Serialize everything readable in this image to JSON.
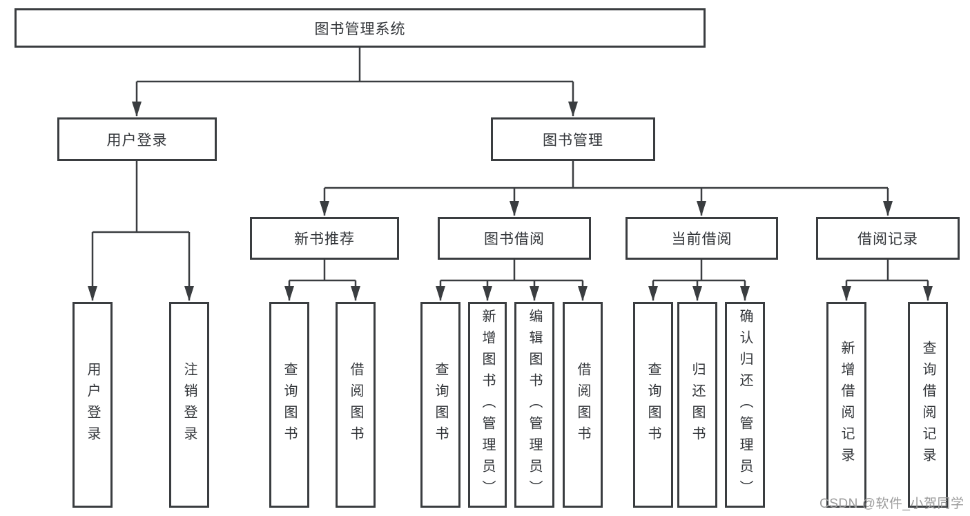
{
  "tree": {
    "label": "图书管理系统",
    "children": [
      {
        "label": "用户登录",
        "children": [
          {
            "label": "用户登录"
          },
          {
            "label": "注销登录"
          }
        ]
      },
      {
        "label": "图书管理",
        "children": [
          {
            "label": "新书推荐",
            "children": [
              {
                "label": "查询图书"
              },
              {
                "label": "借阅图书"
              }
            ]
          },
          {
            "label": "图书借阅",
            "children": [
              {
                "label": "查询图书"
              },
              {
                "label": "新增图书（管理员）"
              },
              {
                "label": "编辑图书（管理员）"
              },
              {
                "label": "借阅图书"
              }
            ]
          },
          {
            "label": "当前借阅",
            "children": [
              {
                "label": "查询图书"
              },
              {
                "label": "归还图书"
              },
              {
                "label": "确认归还（管理员）"
              }
            ]
          },
          {
            "label": "借阅记录",
            "children": [
              {
                "label": "新增借阅记录"
              },
              {
                "label": "查询借阅记录"
              }
            ]
          }
        ]
      }
    ]
  },
  "watermark": {
    "text": "CSDN @软件_小贺同学"
  },
  "colors": {
    "line": "#3a3d40",
    "text": "#33363a",
    "background": "#ffffff",
    "watermark": "#9b9b9b"
  }
}
